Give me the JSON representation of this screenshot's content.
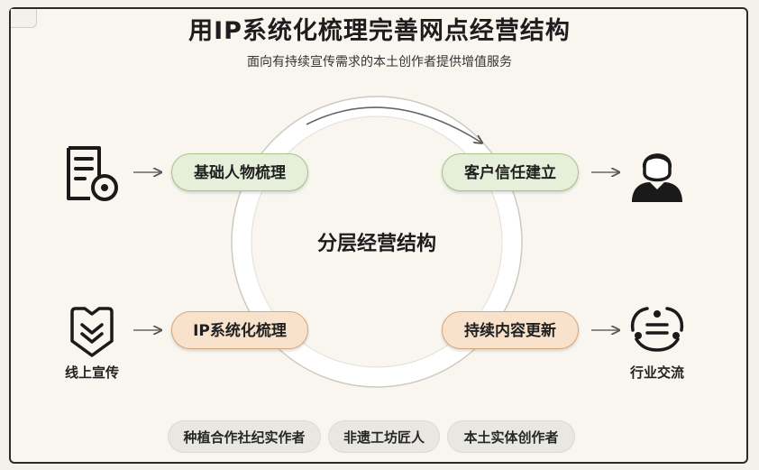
{
  "title": "用IP系统化梳理完善网点经营结构",
  "subtitle": "面向有持续宣传需求的本土创作者提供增值服务",
  "center_label": "分层经营结构",
  "nodes": {
    "top_left": "基础人物梳理",
    "top_right": "客户信任建立",
    "bottom_left": "IP系统化梳理",
    "bottom_right": "持续内容更新"
  },
  "side_labels": {
    "left_bottom": "线上宣传",
    "right_bottom": "行业交流"
  },
  "tags": [
    "种植合作社纪实作者",
    "非遗工坊匠人",
    "本土实体创作者"
  ],
  "icons": {
    "left_top": "document-gear-icon",
    "right_top": "person-icon",
    "left_bottom": "chevron-badge-icon",
    "right_bottom": "discussion-icon"
  },
  "colors": {
    "green_pill": "#e5efd9",
    "peach_pill": "#f8e2cc",
    "ring": "#d6d3ca"
  }
}
